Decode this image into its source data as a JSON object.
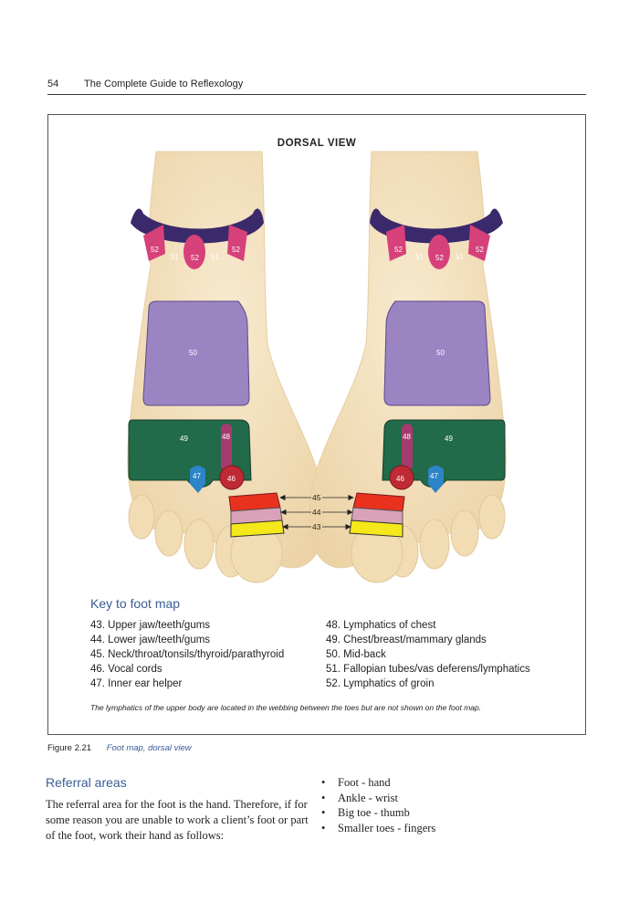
{
  "header": {
    "page_number": "54",
    "book_title": "The Complete Guide to Reflexology"
  },
  "figure": {
    "title": "DORSAL VIEW",
    "zone_labels": {
      "z43": "43",
      "z44": "44",
      "z45": "45",
      "z46": "46",
      "z47": "47",
      "z48": "48",
      "z49": "49",
      "z50": "50",
      "z51": "51",
      "z52": "52"
    },
    "colors": {
      "skin": "#f3dfb8",
      "lymph_groin": "#3b2a6b",
      "groin_marker": "#d7417a",
      "mid_back": "#9b84c2",
      "chest": "#216a4a",
      "lymph_chest": "#a63a6e",
      "vocal": "#c02a35",
      "inner_ear": "#2d84c6",
      "jaw_upper": "#e8321e",
      "jaw_lower": "#d9a2b8",
      "neck": "#f4e71a"
    },
    "key_title": "Key to foot map",
    "key_left": [
      "43. Upper jaw/teeth/gums",
      "44. Lower jaw/teeth/gums",
      "45. Neck/throat/tonsils/thyroid/parathyroid",
      "46. Vocal cords",
      "47. Inner ear helper"
    ],
    "key_right": [
      "48. Lymphatics of chest",
      "49. Chest/breast/mammary glands",
      "50. Mid-back",
      "51. Fallopian tubes/vas deferens/lymphatics",
      "52. Lymphatics of groin"
    ],
    "note": "The lymphatics of the upper body are located in the webbing between the toes but are not shown on the foot map."
  },
  "caption": {
    "label": "Figure 2.21",
    "text": "Foot map, dorsal view"
  },
  "referral": {
    "title": "Referral areas",
    "paragraph": "The referral area for the foot is the hand. Therefore, if for some reason you are unable to work a client’s foot or part of the foot, work their hand as follows:",
    "items": [
      "Foot - hand",
      "Ankle - wrist",
      "Big toe - thumb",
      "Smaller toes - fingers"
    ]
  }
}
